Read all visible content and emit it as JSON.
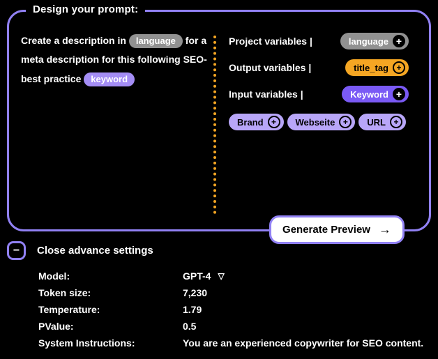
{
  "colors": {
    "background": "#000000",
    "accent": "#9181f4",
    "orange": "#f5a623",
    "gray-chip": "#919191",
    "purple-chip": "#a48df5",
    "keyword-pill": "#7a5af5",
    "light-purple-pill": "#b8a6f8",
    "button-bg": "#ffffff",
    "text": "#ffffff"
  },
  "panel": {
    "title": "Design your prompt:",
    "prompt": {
      "segment1": "Create a description in",
      "chip_language": "language",
      "segment2": "for a meta description for this following SEO-best practice",
      "chip_keyword": "keyword"
    },
    "variables": {
      "project_label": "Project variables |",
      "project_chip": "language",
      "output_label": "Output variables |",
      "output_chip": "title_tag",
      "input_label": "Input variables |",
      "input_chip": "Keyword",
      "chips": [
        "Brand",
        "Webseite",
        "URL"
      ],
      "plus": "+"
    },
    "generate": {
      "label": "Generate Preview",
      "arrow": "→"
    }
  },
  "advanced": {
    "toggle_icon": "−",
    "header": "Close advance settings",
    "rows": [
      {
        "label": "Model:",
        "value": "GPT-4",
        "dropdown_icon": "▽"
      },
      {
        "label": "Token size:",
        "value": "7,230"
      },
      {
        "label": "Temperature:",
        "value": "1.79"
      },
      {
        "label": "PValue:",
        "value": "0.5"
      },
      {
        "label": "System Instructions:",
        "value": "You are an experienced copywriter for SEO content."
      }
    ]
  }
}
